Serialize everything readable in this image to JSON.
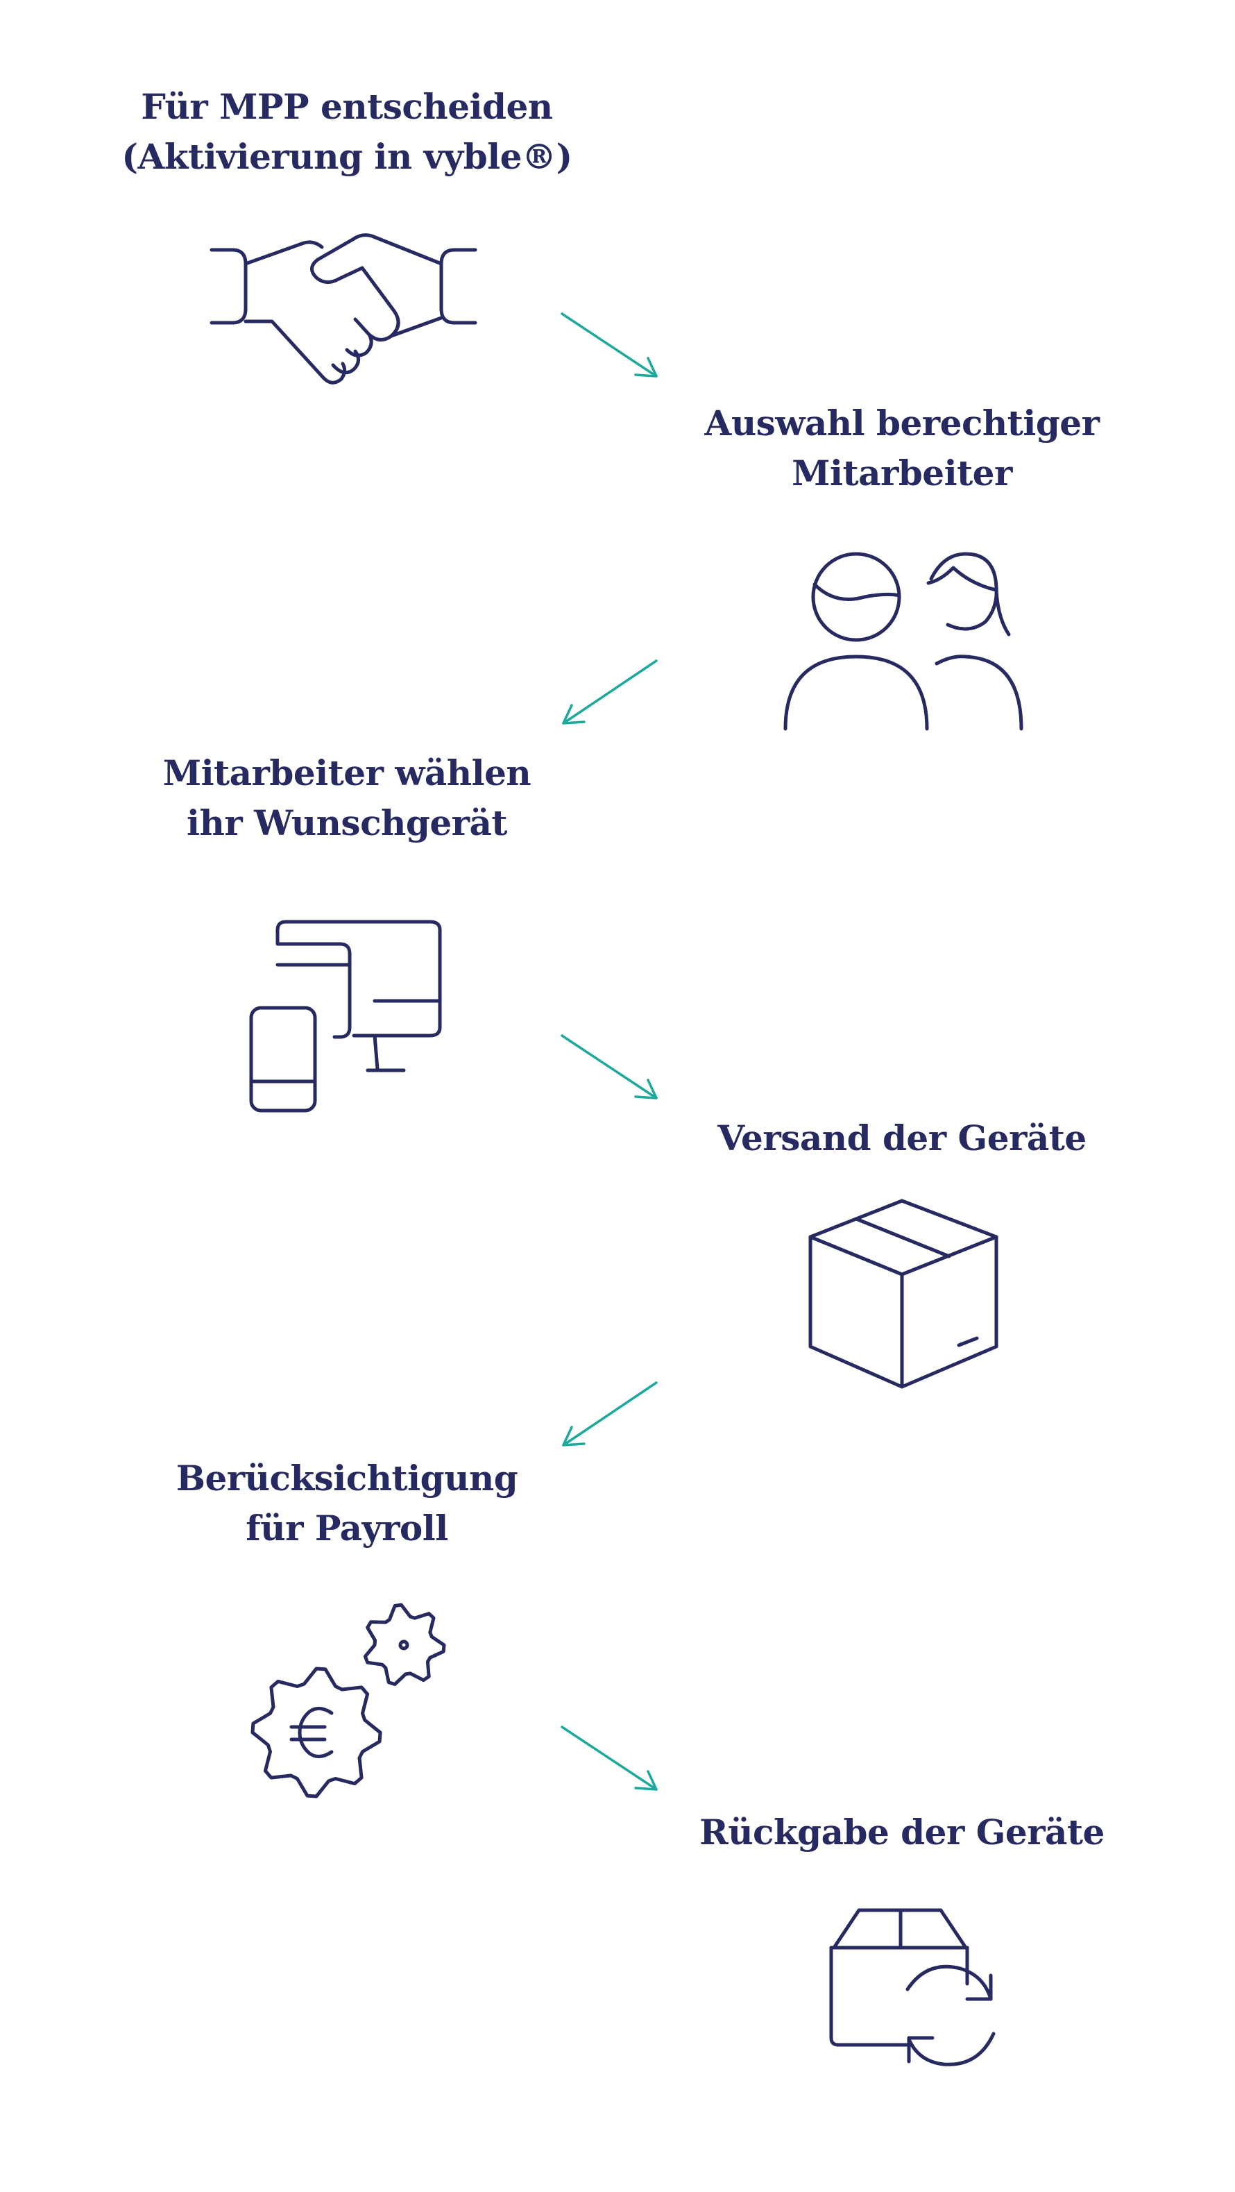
{
  "colors": {
    "background": "#ffffff",
    "ink": "#262a60",
    "arrow": "#1aa99a"
  },
  "steps": [
    {
      "line1": "Für MPP entscheiden",
      "line2": "(Aktivierung in vyble®)",
      "icon": "handshake-icon"
    },
    {
      "line1": "Auswahl berechtiger",
      "line2": "Mitarbeiter",
      "icon": "people-icon"
    },
    {
      "line1": "Mitarbeiter wählen",
      "line2": "ihr Wunschgerät",
      "icon": "devices-icon"
    },
    {
      "line1": "Versand der Geräte",
      "icon": "box-icon"
    },
    {
      "line1": "Berücksichtigung",
      "line2": "für Payroll",
      "icon": "payroll-gears-icon"
    },
    {
      "line1": "Rückgabe der Geräte",
      "icon": "box-return-icon"
    }
  ],
  "connectors": [
    {
      "from": 1,
      "to": 2,
      "direction": "down-right"
    },
    {
      "from": 2,
      "to": 3,
      "direction": "down-left"
    },
    {
      "from": 3,
      "to": 4,
      "direction": "down-right"
    },
    {
      "from": 4,
      "to": 5,
      "direction": "down-left"
    },
    {
      "from": 5,
      "to": 6,
      "direction": "down-right"
    }
  ]
}
